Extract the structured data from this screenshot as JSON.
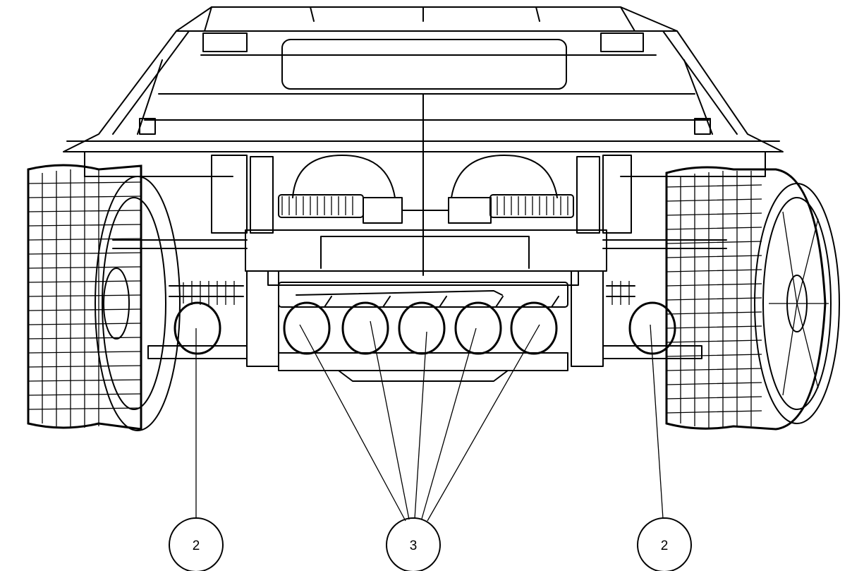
{
  "callouts": [
    {
      "id": "left",
      "number": "2"
    },
    {
      "id": "center",
      "number": "3"
    },
    {
      "id": "right",
      "number": "2"
    }
  ],
  "colors": {
    "line": "#000000",
    "background": "#ffffff"
  }
}
